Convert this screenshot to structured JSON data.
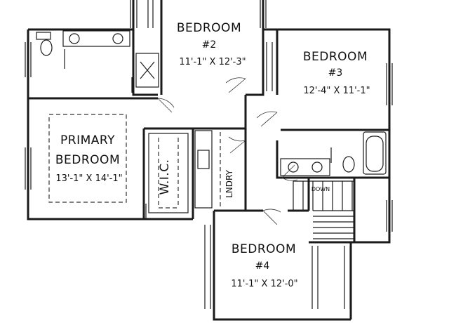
{
  "rooms": {
    "bedroom2": {
      "name": "BEDROOM",
      "number": "#2",
      "dims": "11'-1\" X 12'-3\""
    },
    "bedroom3": {
      "name": "BEDROOM",
      "number": "#3",
      "dims": "12'-4\" X 11'-1\""
    },
    "primary": {
      "name_line1": "PRIMARY",
      "name_line2": "BEDROOM",
      "dims": "13'-1\" X 14'-1\""
    },
    "wic": {
      "name": "W.I.C."
    },
    "laundry": {
      "name": "LNDRY"
    },
    "bedroom4": {
      "name": "BEDROOM",
      "number": "#4",
      "dims": "11'-1\" X 12'-0\""
    }
  },
  "stairs": {
    "label": "DOWN"
  }
}
